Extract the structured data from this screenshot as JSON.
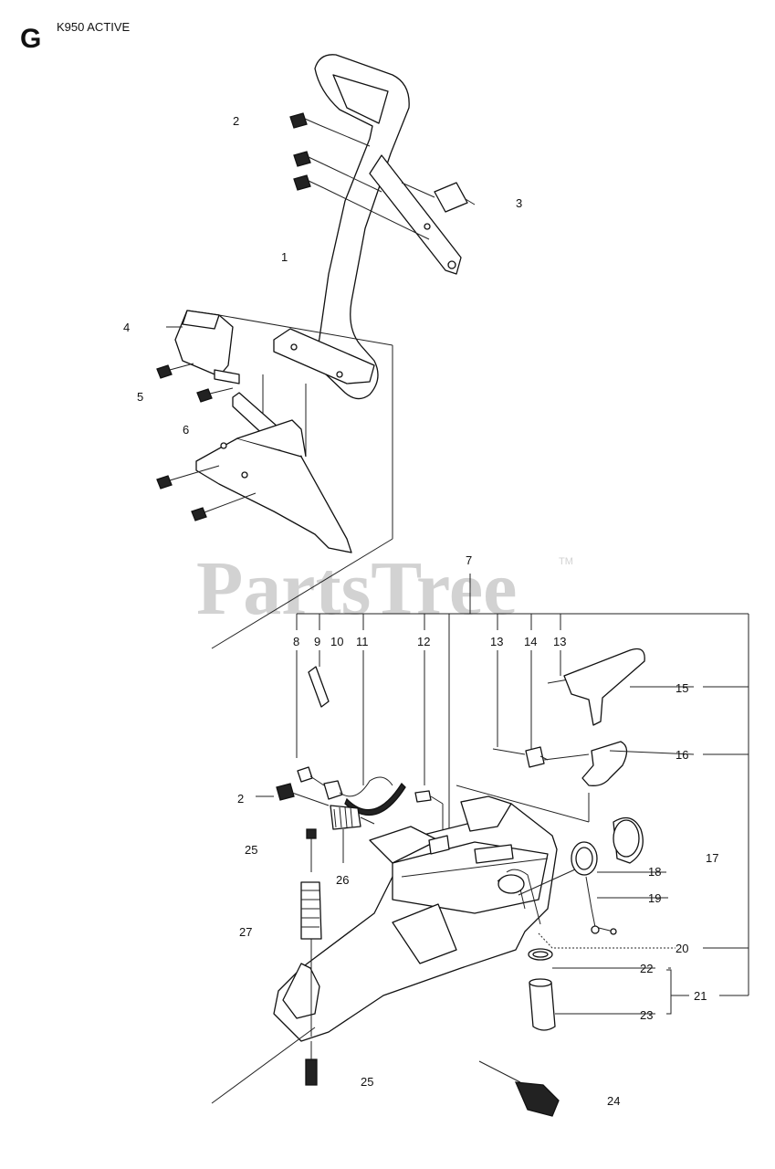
{
  "section_letter": "G",
  "model": "K950 ACTIVE",
  "watermark": "PartsTree",
  "watermark_tm": "TM",
  "labels": {
    "p1": "1",
    "p2a": "2",
    "p2b": "2",
    "p3": "3",
    "p4": "4",
    "p5": "5",
    "p6": "6",
    "p7": "7",
    "p8": "8",
    "p9": "9",
    "p10": "10",
    "p11": "11",
    "p12": "12",
    "p13a": "13",
    "p13b": "13",
    "p14": "14",
    "p15": "15",
    "p16": "16",
    "p17": "17",
    "p18": "18",
    "p19": "19",
    "p20": "20",
    "p21": "21",
    "p22": "22",
    "p23": "23",
    "p24": "24",
    "p25a": "25",
    "p25b": "25",
    "p26": "26",
    "p27": "27"
  }
}
